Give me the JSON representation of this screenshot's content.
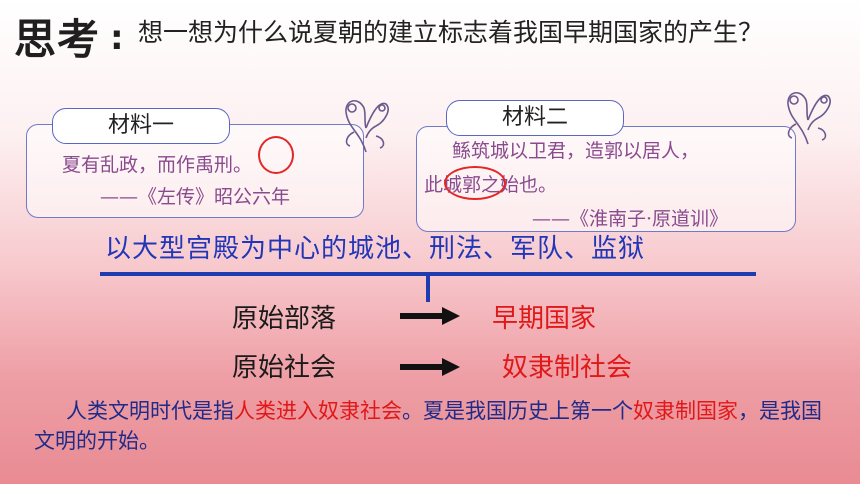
{
  "title": {
    "think": "思考",
    "colon": ":",
    "question": "想一想为什么说夏朝的建立标志着我国早期国家的产生？"
  },
  "material1": {
    "label": "材料一",
    "line1": "夏有乱政，而作禹刑。",
    "line2": "——《左传》昭公六年"
  },
  "material2": {
    "label": "材料二",
    "line1": "鲧筑城以卫君，造郭以居人，",
    "line2": "此城郭之始也。",
    "line3": "——《淮南子·原道训》"
  },
  "palace_line": "以大型宫殿为中心的城池、刑法、军队、监狱",
  "transitions": [
    {
      "from": "原始部落",
      "to": "早期国家"
    },
    {
      "from": "原始社会",
      "to": "奴隶制社会"
    }
  ],
  "conclusion": {
    "part1": "人类文明时代是指",
    "part2": "人类进入奴隶社会",
    "part3": "。夏是我国历史上第一个",
    "part4": "奴隶制国家",
    "part5": "，是我国文明的开始。"
  },
  "colors": {
    "accent_blue": "#1f3bb0",
    "highlight_red": "#e01818",
    "material_text": "#8a4b8e"
  }
}
